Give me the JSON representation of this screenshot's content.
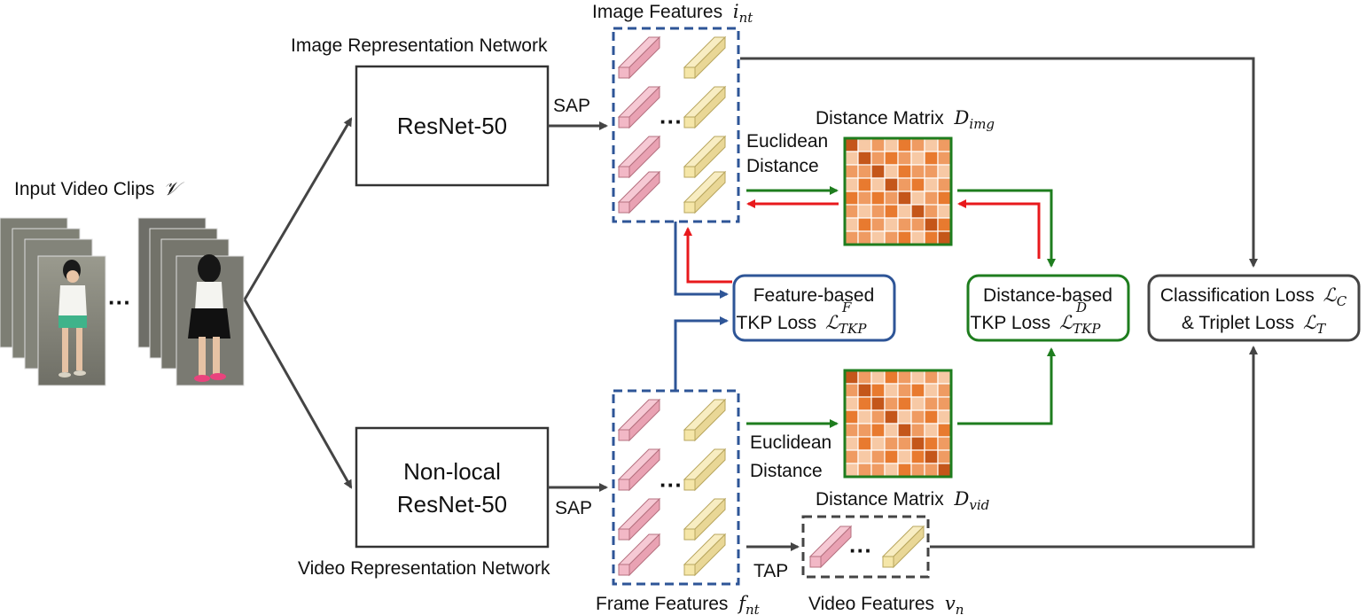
{
  "labels": {
    "input_clips": "Input Video Clips",
    "input_clips_sym": "𝒱",
    "img_net": "Image Representation Network",
    "vid_net": "Video Representation Network",
    "resnet": "ResNet-50",
    "nonlocal_1": "Non-local",
    "nonlocal_2": "ResNet-50",
    "sap_top": "SAP",
    "sap_bottom": "SAP",
    "tap": "TAP",
    "img_feat": "Image Features",
    "img_feat_sym": "i",
    "img_feat_sub": "nt",
    "frame_feat": "Frame Features",
    "frame_feat_sym": "f",
    "frame_feat_sub": "nt",
    "video_feat": "Video Features",
    "video_feat_sym": "v",
    "video_feat_sub": "n",
    "dist_img": "Distance Matrix",
    "dist_img_sym": "D",
    "dist_img_sub": "img",
    "dist_vid": "Distance Matrix",
    "dist_vid_sym": "D",
    "dist_vid_sub": "vid",
    "euclid_top_1": "Euclidean",
    "euclid_top_2": "Distance",
    "euclid_bot_1": "Euclidean",
    "euclid_bot_2": "Distance",
    "feat_loss_1": "Feature-based",
    "feat_loss_2": "TKP Loss",
    "feat_loss_sym": "ℒ",
    "feat_loss_sub": "TKP",
    "feat_loss_sup": "F",
    "dist_loss_1": "Distance-based",
    "dist_loss_2": "TKP Loss",
    "dist_loss_sym": "ℒ",
    "dist_loss_sub": "TKP",
    "dist_loss_sup": "D",
    "cls_loss_1": "Classification Loss",
    "cls_loss_1_sym": "ℒ",
    "cls_loss_1_sub": "C",
    "cls_loss_2": "& Triplet Loss",
    "cls_loss_2_sym": "ℒ",
    "cls_loss_2_sub": "T",
    "ellipsis": "···"
  },
  "colors": {
    "dark": "#444444",
    "blue": "#2e5597",
    "green": "#1e7d1e",
    "red": "#e8191c",
    "pink": "#f2b8c6",
    "yellow": "#f5e6a8",
    "matrix_border": "#1e7d1e"
  },
  "matrices": {
    "img": [
      [
        4,
        1,
        2,
        1,
        3,
        2,
        1,
        2
      ],
      [
        1,
        4,
        2,
        3,
        2,
        1,
        3,
        2
      ],
      [
        2,
        2,
        4,
        1,
        3,
        2,
        2,
        1
      ],
      [
        1,
        3,
        1,
        4,
        2,
        3,
        1,
        2
      ],
      [
        3,
        2,
        3,
        2,
        4,
        1,
        2,
        3
      ],
      [
        2,
        1,
        2,
        3,
        1,
        4,
        2,
        1
      ],
      [
        1,
        3,
        2,
        1,
        2,
        2,
        4,
        3
      ],
      [
        2,
        2,
        1,
        2,
        3,
        1,
        3,
        4
      ]
    ],
    "vid": [
      [
        4,
        2,
        1,
        3,
        2,
        1,
        2,
        1
      ],
      [
        2,
        4,
        3,
        1,
        2,
        3,
        1,
        2
      ],
      [
        1,
        3,
        4,
        2,
        3,
        1,
        2,
        2
      ],
      [
        3,
        1,
        2,
        4,
        1,
        2,
        3,
        1
      ],
      [
        2,
        2,
        3,
        1,
        4,
        2,
        1,
        3
      ],
      [
        1,
        3,
        1,
        2,
        2,
        4,
        3,
        2
      ],
      [
        2,
        1,
        2,
        3,
        1,
        3,
        4,
        2
      ],
      [
        1,
        2,
        2,
        1,
        3,
        2,
        2,
        4
      ]
    ],
    "palette": [
      "#fbeee4",
      "#f7c9a5",
      "#ef9b62",
      "#e87a2f",
      "#c4561a"
    ]
  }
}
